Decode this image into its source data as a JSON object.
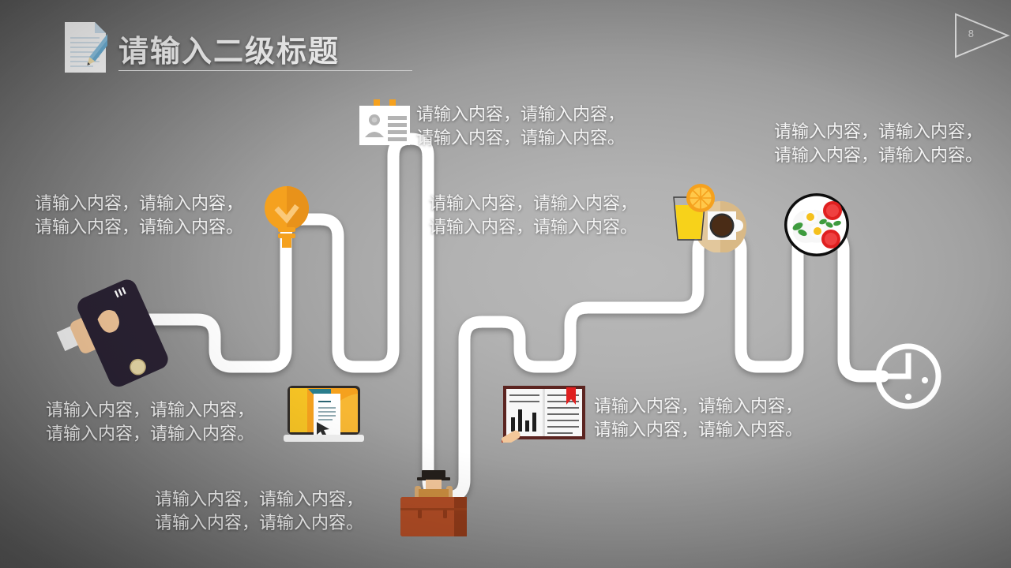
{
  "slide": {
    "title": "请输入二级标题",
    "page_number": "8",
    "background_color": "#8e8e8e",
    "path_color": "#ffffff",
    "accent_color": "#f5a11e",
    "text_color": "#f4f4f4"
  },
  "body_text": {
    "line1": "请输入内容，请输入内容，",
    "line2": "请输入内容，请输入内容。"
  },
  "items": [
    {
      "id": "card",
      "icon": "id-card-icon",
      "line1": "请输入内容，请输入内容，",
      "line2": "请输入内容，请输入内容。"
    },
    {
      "id": "bulb",
      "icon": "lightbulb-icon",
      "line1": "请输入内容，请输入内容，",
      "line2": "请输入内容，请输入内容。"
    },
    {
      "id": "juice",
      "icon": "juice-coffee-icon",
      "line1": "请输入内容，请输入内容，",
      "line2": "请输入内容，请输入内容。"
    },
    {
      "id": "plate",
      "icon": "food-plate-icon",
      "line1": "请输入内容，请输入内容，",
      "line2": "请输入内容，请输入内容。"
    },
    {
      "id": "phone",
      "icon": "hand-phone-icon",
      "line1": "请输入内容，请输入内容，",
      "line2": "请输入内容，请输入内容。"
    },
    {
      "id": "laptop",
      "icon": "laptop-doc-icon",
      "line1": "请输入内容，请输入内容，",
      "line2": "请输入内容，请输入内容。"
    },
    {
      "id": "book",
      "icon": "report-book-icon",
      "line1": "请输入内容，请输入内容，",
      "line2": "请输入内容，请输入内容。"
    },
    {
      "id": "case",
      "icon": "briefcase-icon",
      "line1": "请输入内容，请输入内容，",
      "line2": "请输入内容，请输入内容。"
    },
    {
      "id": "clock",
      "icon": "clock-icon",
      "line1": "",
      "line2": ""
    }
  ],
  "icons": {
    "title": "document-pencil-icon",
    "page_flag": "play-triangle-icon"
  }
}
